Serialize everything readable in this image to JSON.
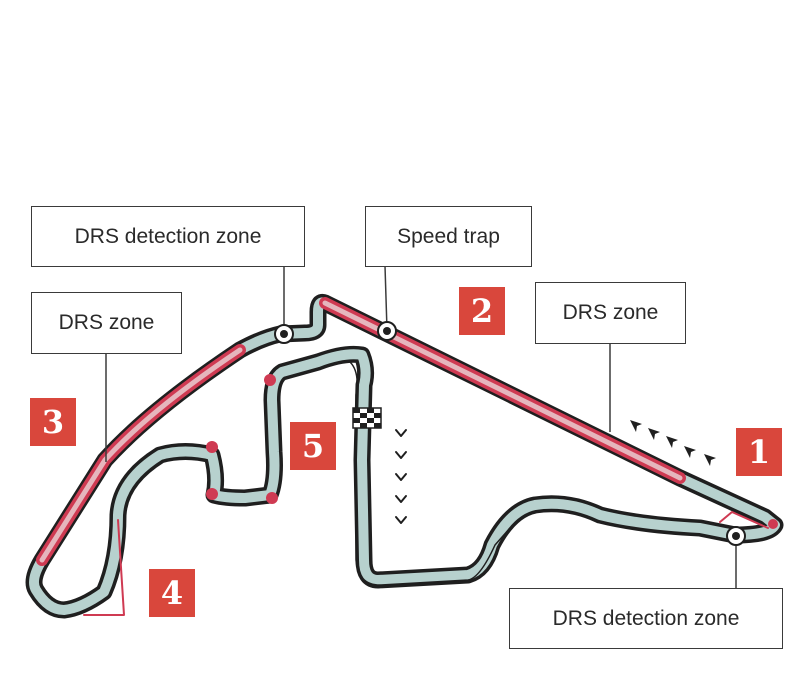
{
  "labels": {
    "drs_detection_top": "DRS detection zone",
    "speed_trap": "Speed trap",
    "drs_zone_left": "DRS zone",
    "drs_zone_right": "DRS zone",
    "drs_detection_bottom": "DRS detection zone"
  },
  "sectors": [
    "1",
    "2",
    "3",
    "4",
    "5"
  ],
  "colors": {
    "sector_fill": "#d9473c",
    "drs_red": "#cf3a52",
    "drs_pink": "#e5b6bd",
    "track_outline": "#1f1f1f",
    "track_fill": "#b7d1ce",
    "leader_line": "#3a3a3a"
  }
}
